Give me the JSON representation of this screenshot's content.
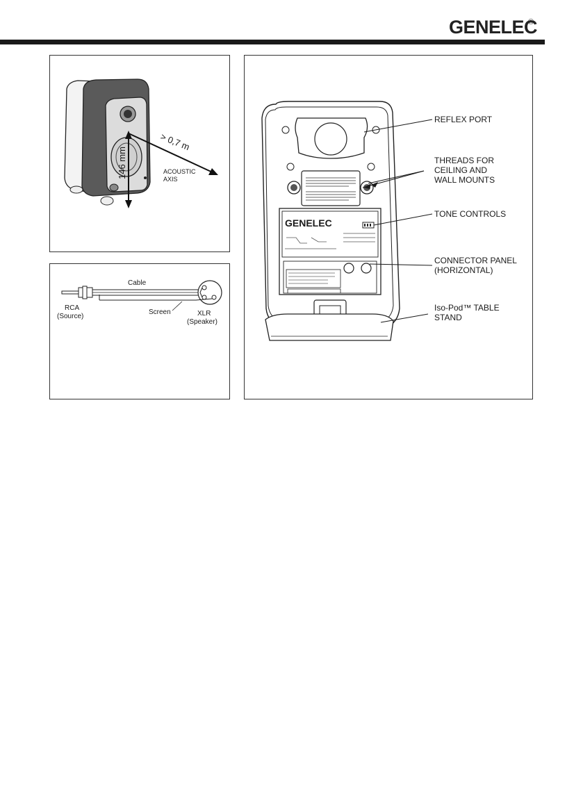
{
  "header": {
    "brand": "GENELEC",
    "registered_mark": "®"
  },
  "figure_speaker_front": {
    "distance_label": "> 0,7 m",
    "dimension_label": "146 mm",
    "axis_label_line1": "ACOUSTIC",
    "axis_label_line2": "AXIS"
  },
  "figure_cable": {
    "cable_label": "Cable",
    "screen_label": "Screen",
    "rca_label": "RCA",
    "rca_sub": "(Source)",
    "xlr_label": "XLR",
    "xlr_sub": "(Speaker)"
  },
  "figure_speaker_back": {
    "panel_brand": "GENELEC",
    "callouts": [
      {
        "line1": "REFLEX PORT",
        "line2": "",
        "line3": ""
      },
      {
        "line1": "THREADS FOR",
        "line2": "CEILING AND",
        "line3": "WALL MOUNTS"
      },
      {
        "line1": "TONE CONTROLS",
        "line2": "",
        "line3": ""
      },
      {
        "line1": "CONNECTOR PANEL",
        "line2": "(HORIZONTAL)",
        "line3": ""
      },
      {
        "line1": "Iso-Pod™ TABLE",
        "line2": "STAND",
        "line3": ""
      }
    ]
  }
}
